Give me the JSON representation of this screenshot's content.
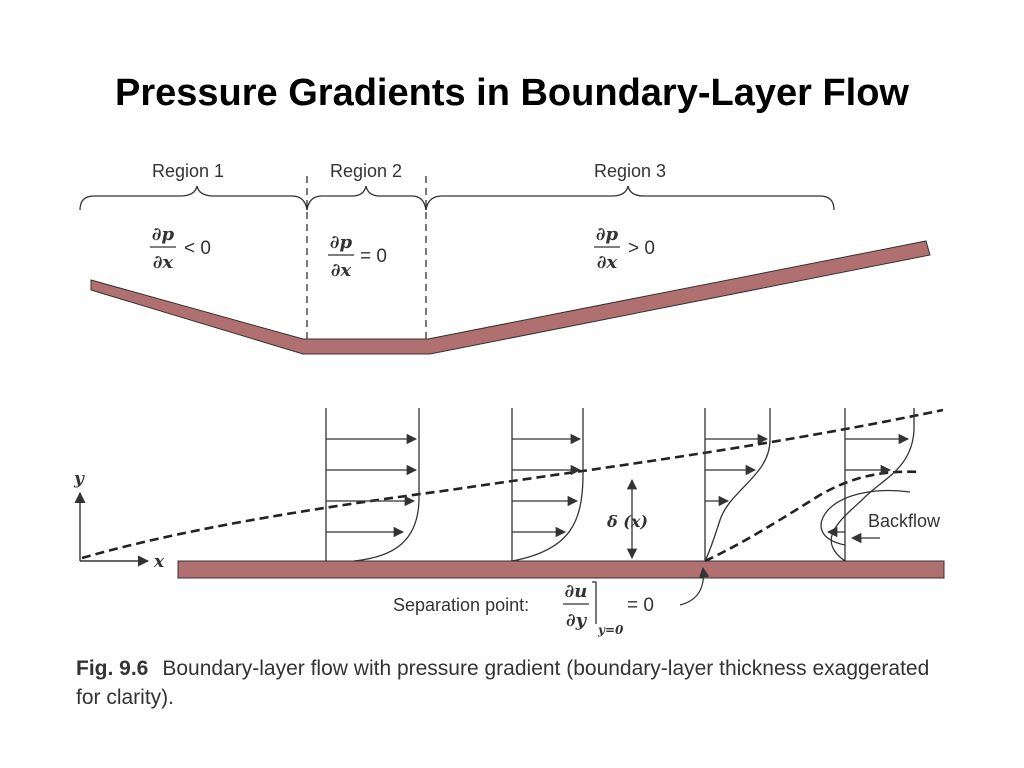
{
  "title": "Pressure Gradients in Boundary-Layer Flow",
  "regions": [
    {
      "label": "Region 1",
      "condition": "< 0"
    },
    {
      "label": "Region 2",
      "condition": "= 0"
    },
    {
      "label": "Region 3",
      "condition": "> 0"
    }
  ],
  "derivative": {
    "numerator": "∂p",
    "denominator": "∂x"
  },
  "axes": {
    "x": "x",
    "y": "y"
  },
  "delta_label": "δ (x)",
  "backflow_label": "Backflow",
  "separation": {
    "label": "Separation point:",
    "numerator": "∂u",
    "denominator": "∂y",
    "subscript": "y=0",
    "condition": "= 0"
  },
  "caption": {
    "fig": "Fig. 9.6",
    "text": "Boundary-layer flow with pressure gradient (boundary-layer thickness exaggerated for clarity)."
  },
  "colors": {
    "wall": "#b07070",
    "ink": "#333333"
  }
}
